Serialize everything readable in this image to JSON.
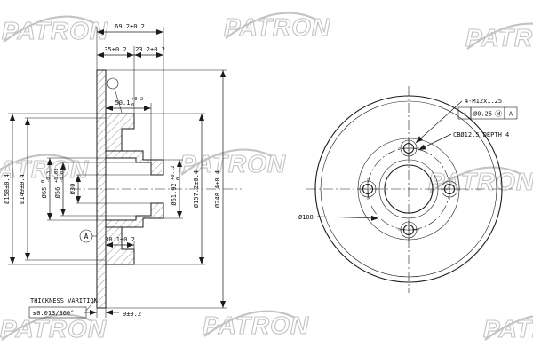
{
  "watermark": {
    "text": "PATRON"
  },
  "section_view": {
    "overall_width": "69.2±0.2",
    "flange_width": "35±0.2",
    "nose_width": "23.2±0.2",
    "seat_depth": {
      "value": "50.1",
      "tol_upper": "+0.2",
      "tol_lower": "0"
    },
    "flange_od": "Ø158±0.4",
    "pilot_od": "Ø149±0.4",
    "bore_65": {
      "value": "Ø65",
      "tol_upper": "0",
      "tol_lower": "-0.3"
    },
    "bore_56": {
      "value": "Ø56",
      "tol_upper": "+0.03",
      "tol_lower": "-0.02"
    },
    "bore_30": "Ø30",
    "nose_od": {
      "value": "Ø61.92",
      "tol_upper": "+0.12",
      "tol_lower": "0"
    },
    "hat_diameter": "Ø157.2±0.4",
    "disc_od": "Ø248.4±0.4",
    "hub_depth": "30.1±0.2",
    "plate_thickness": "9±0.2",
    "datum_label": "A",
    "runout_note_line1": "THICKNESS VARITION",
    "runout_note_line2": "≤0.013/360°"
  },
  "front_view": {
    "thread_note": "4-M12x1.25",
    "fcf": {
      "symbol": "⌖",
      "tolerance": "Ø0.25",
      "modifier": "Ⓜ",
      "datum": "A"
    },
    "counterbore_note": "CBØ12.5 DEPTH 4",
    "bolt_circle": "Ø108"
  }
}
